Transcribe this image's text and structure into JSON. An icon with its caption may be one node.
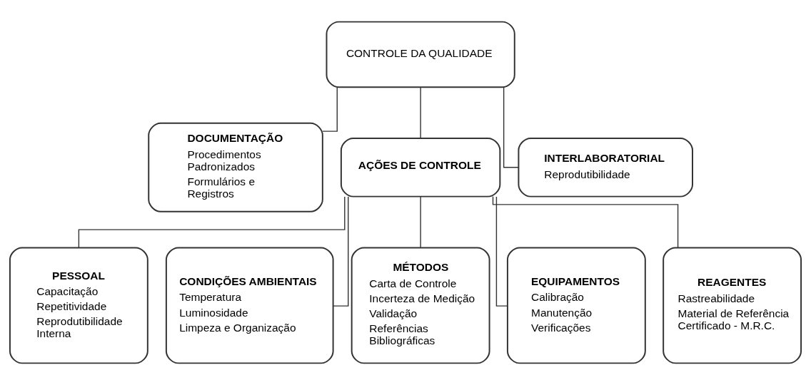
{
  "diagram": {
    "nodes": [
      {
        "text": [
          "CONTROLE DA QUALIDADE"
        ]
      },
      {
        "text": [
          "DOCUMENTAÇÃO",
          "Procedimentos Padronizados",
          "Formulários e Registros"
        ]
      },
      {
        "text": [
          "AÇÕES DE CONTROLE"
        ]
      },
      {
        "text": [
          "INTERLABORATORIAL",
          "Reprodutibilidade"
        ]
      },
      {
        "text": [
          "PESSOAL",
          "Capacitação",
          "Repetitividade",
          "Reprodutibilidade Interna"
        ]
      },
      {
        "text": [
          "CONDIÇÕES AMBIENTAIS",
          "Temperatura",
          "Luminosidade",
          "Limpeza e Organização"
        ]
      },
      {
        "text": [
          "MÉTODOS",
          "Carta de Controle",
          "Incerteza de Medição",
          "Validação",
          "Referências Bibliográficas"
        ]
      },
      {
        "text": [
          "EQUIPAMENTOS",
          "Calibração",
          "Manutenção",
          "Verificações"
        ]
      },
      {
        "text": [
          "REAGENTES",
          "Rastreabilidade",
          "Material de Referência Certificado - M.R.C."
        ]
      }
    ],
    "edges": [
      {
        "from": 0,
        "to": 1,
        "arrow": "none"
      },
      {
        "from": 0,
        "to": 2,
        "arrow": "none"
      },
      {
        "from": 0,
        "to": 3,
        "arrow": "none"
      },
      {
        "from": 2,
        "to": 4,
        "arrow": "none"
      },
      {
        "from": 2,
        "to": 5,
        "arrow": "none"
      },
      {
        "from": 2,
        "to": 6,
        "arrow": "none"
      },
      {
        "from": 2,
        "to": 7,
        "arrow": "none"
      },
      {
        "from": 2,
        "to": 8,
        "arrow": "none"
      }
    ]
  }
}
